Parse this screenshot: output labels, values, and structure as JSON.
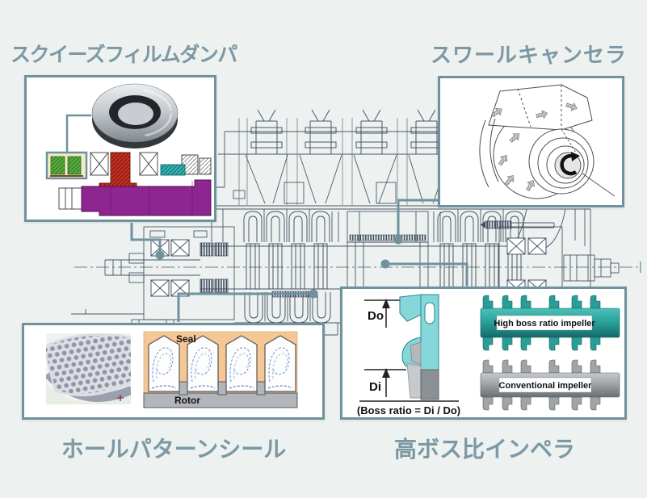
{
  "page": {
    "background_color": "#edf1f0",
    "accent_color": "#6f929e",
    "title_color": "#7c98a4",
    "drawing_line_color": "#3e4a5c"
  },
  "callouts": {
    "squeeze": {
      "title": "スクイーズフィルムダンパ"
    },
    "swirl": {
      "title": "スワールキャンセラ"
    },
    "hole": {
      "title": "ホールパターンシール",
      "seal_label": "Seal",
      "rotor_label": "Rotor"
    },
    "impeller": {
      "title": "高ボス比インペラ",
      "do_label": "Do",
      "di_label": "Di",
      "formula": "(Boss ratio = Di / Do)",
      "high_label": "High boss ratio impeller",
      "conventional_label": "Conventional impeller"
    }
  },
  "colors": {
    "damper_shaft_purple": "#8e2590",
    "damper_pedestal_red": "#c23123",
    "damper_element_green": "#5aa83e",
    "damper_seal_teal": "#36b0ae",
    "cfd_background_orange": "#f6c795",
    "cfd_rotor_gray": "#b2b6ba",
    "cfd_flow_blue": "#6c8fd8",
    "impeller_teal": "#2aa39d",
    "impeller_gray": "#9fa4a8"
  }
}
